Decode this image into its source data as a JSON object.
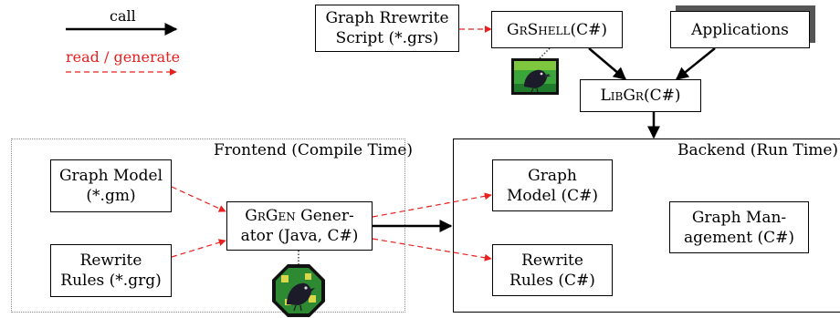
{
  "legend": {
    "call": "call",
    "read_generate": "read / generate"
  },
  "colors": {
    "solid_arrow": "#000000",
    "dashed_arrow": "#e8201e",
    "frontend_border": "#8a8a8a",
    "backend_border": "#000000",
    "shadow": "#555555"
  },
  "top": {
    "script": {
      "line1": "Graph Rrewrite",
      "line2": "Script (*.grs)"
    },
    "grshell": {
      "name": "GrShell",
      "suffix": "(C#)"
    },
    "applications": "Applications",
    "libgr": {
      "name": "LibGr",
      "suffix": "(C#)"
    }
  },
  "frontend": {
    "title": "Frontend (Compile Time)",
    "graph_model": {
      "line1": "Graph Model",
      "line2": "(*.gm)"
    },
    "rewrite_rules": {
      "line1": "Rewrite",
      "line2": "Rules (*.grg)"
    },
    "generator": {
      "name": "GrGen",
      "line1_rest": " Gener-",
      "line2": "ator (Java, C#)"
    }
  },
  "backend": {
    "title": "Backend (Run Time)",
    "graph_model": {
      "line1": "Graph",
      "line2": "Model (C#)"
    },
    "rewrite_rules": {
      "line1": "Rewrite",
      "line2": "Rules (C#)"
    },
    "graph_management": {
      "line1": "Graph Man-",
      "line2": "agement (C#)"
    }
  },
  "icons": {
    "grshell": "crow-icon",
    "grgen": "crow-octagon-icon"
  }
}
